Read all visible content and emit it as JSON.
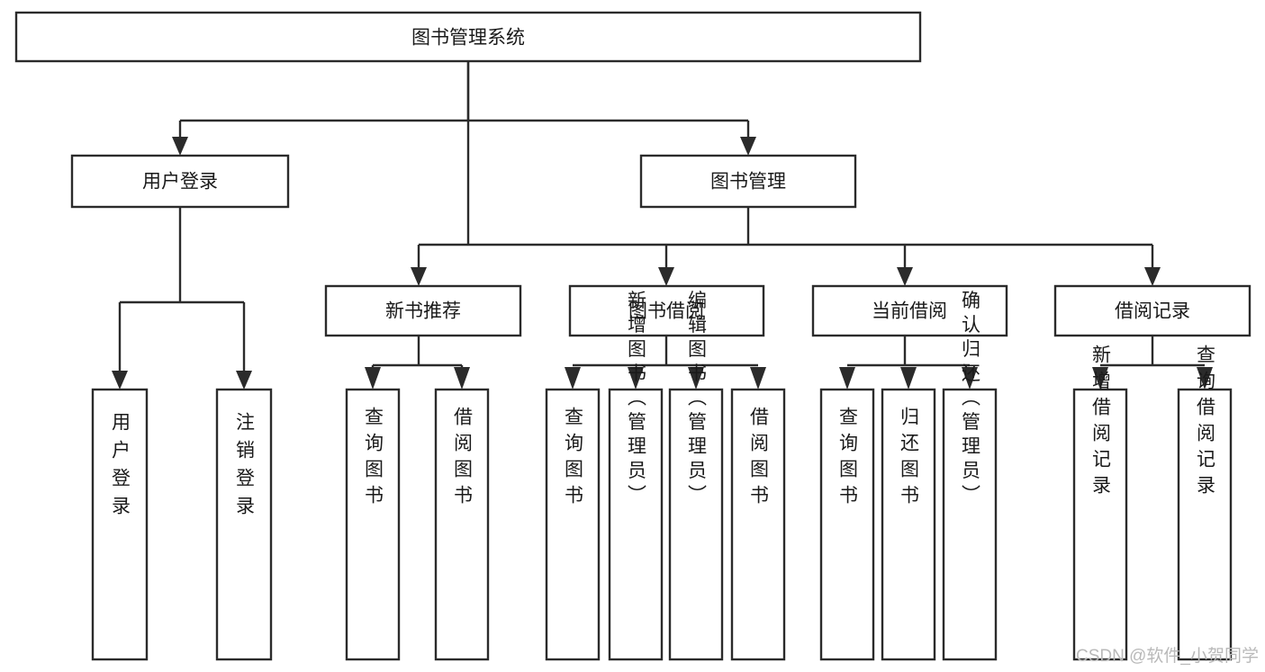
{
  "diagram": {
    "type": "hierarchy-tree",
    "title": "图书管理系统",
    "root": {
      "id": "root",
      "label": "图书管理系统"
    },
    "level2": [
      {
        "id": "user-login",
        "label": "用户登录"
      },
      {
        "id": "book-management",
        "label": "图书管理"
      }
    ],
    "level3": [
      {
        "id": "new-book-recommend",
        "label": "新书推荐",
        "parent": "book-management"
      },
      {
        "id": "book-borrow",
        "label": "图书借阅",
        "parent": "book-management"
      },
      {
        "id": "current-borrow",
        "label": "当前借阅",
        "parent": "book-management"
      },
      {
        "id": "borrow-record",
        "label": "借阅记录",
        "parent": "book-management"
      }
    ],
    "leaves": {
      "user_login": [
        {
          "id": "leaf-user-login",
          "label": "用户登录"
        },
        {
          "id": "leaf-user-logout",
          "label": "注销登录"
        }
      ],
      "new_book_recommend": [
        {
          "id": "leaf-query-book-1",
          "label": "查询图书"
        },
        {
          "id": "leaf-borrow-book-1",
          "label": "借阅图书"
        }
      ],
      "book_borrow": [
        {
          "id": "leaf-query-book-2",
          "label": "查询图书"
        },
        {
          "id": "leaf-add-book",
          "label": "新增图书（管理员）"
        },
        {
          "id": "leaf-edit-book",
          "label": "编辑图书（管理员）"
        },
        {
          "id": "leaf-borrow-book-2",
          "label": "借阅图书"
        }
      ],
      "current_borrow": [
        {
          "id": "leaf-query-book-3",
          "label": "查询图书"
        },
        {
          "id": "leaf-return-book",
          "label": "归还图书"
        },
        {
          "id": "leaf-confirm-return",
          "label": "确认归还（管理员）"
        }
      ],
      "borrow_record": [
        {
          "id": "leaf-add-record",
          "label": "新增借阅记录"
        },
        {
          "id": "leaf-query-record",
          "label": "查询借阅记录"
        }
      ]
    }
  },
  "watermark": {
    "text": "CSDN @软件_小贺同学"
  },
  "colors": {
    "box_stroke": "#2b2b2b",
    "box_fill": "#ffffff",
    "text": "#1a1a1a",
    "watermark": "#b9b9b9",
    "background": "#ffffff"
  }
}
